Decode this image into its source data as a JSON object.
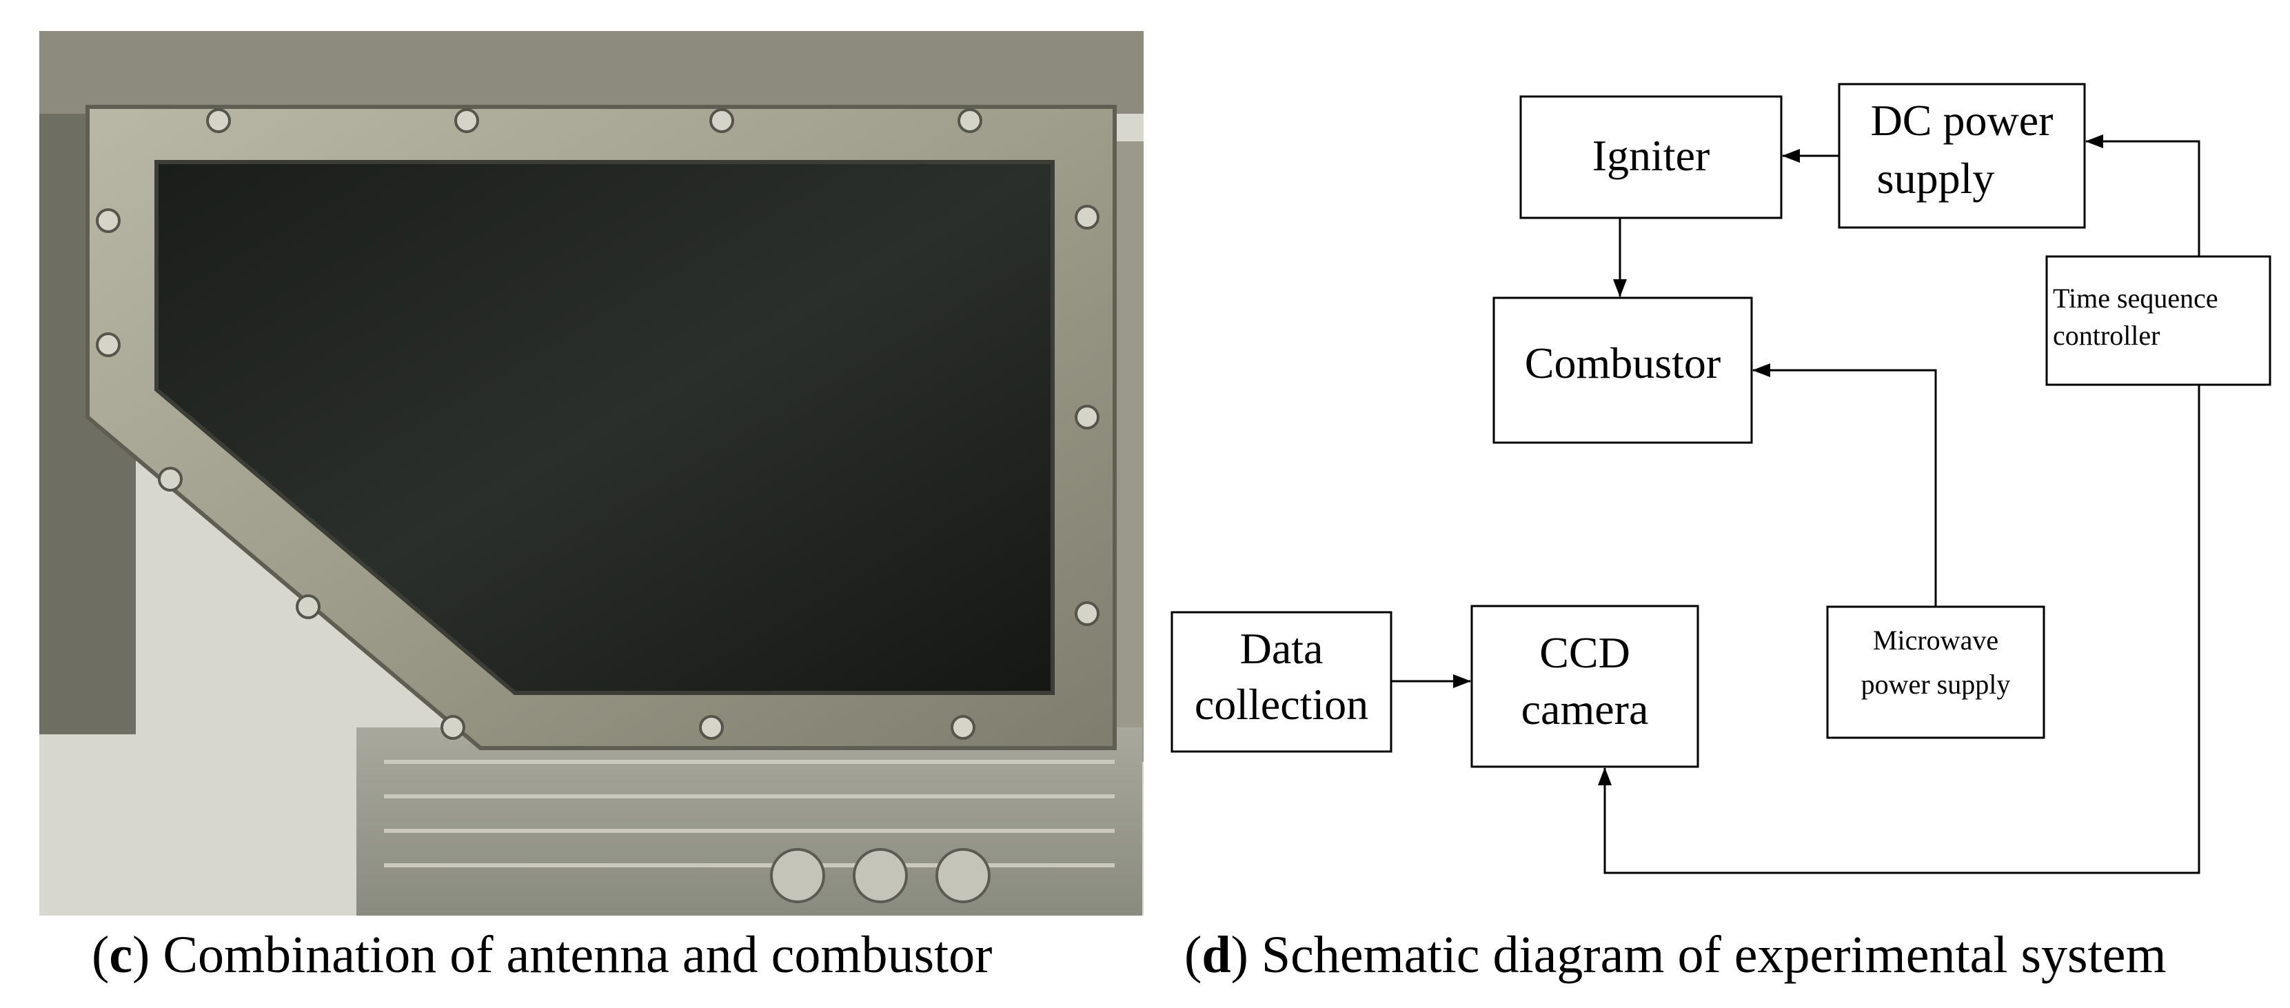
{
  "panel_c": {
    "caption_letter": "c",
    "caption_text": "Combination of antenna and combustor"
  },
  "panel_d": {
    "caption_letter": "d",
    "caption_text": "Schematic diagram of experimental system",
    "nodes": {
      "igniter": "Igniter",
      "dc_power_line1": "DC power",
      "dc_power_line2": "supply",
      "time_seq_line1": "Time sequence",
      "time_seq_line2": "controller",
      "combustor": "Combustor",
      "data_line1": "Data",
      "data_line2": "collection",
      "ccd_line1": "CCD",
      "ccd_line2": "camera",
      "microwave_line1": "Microwave",
      "microwave_line2": "power supply"
    }
  }
}
